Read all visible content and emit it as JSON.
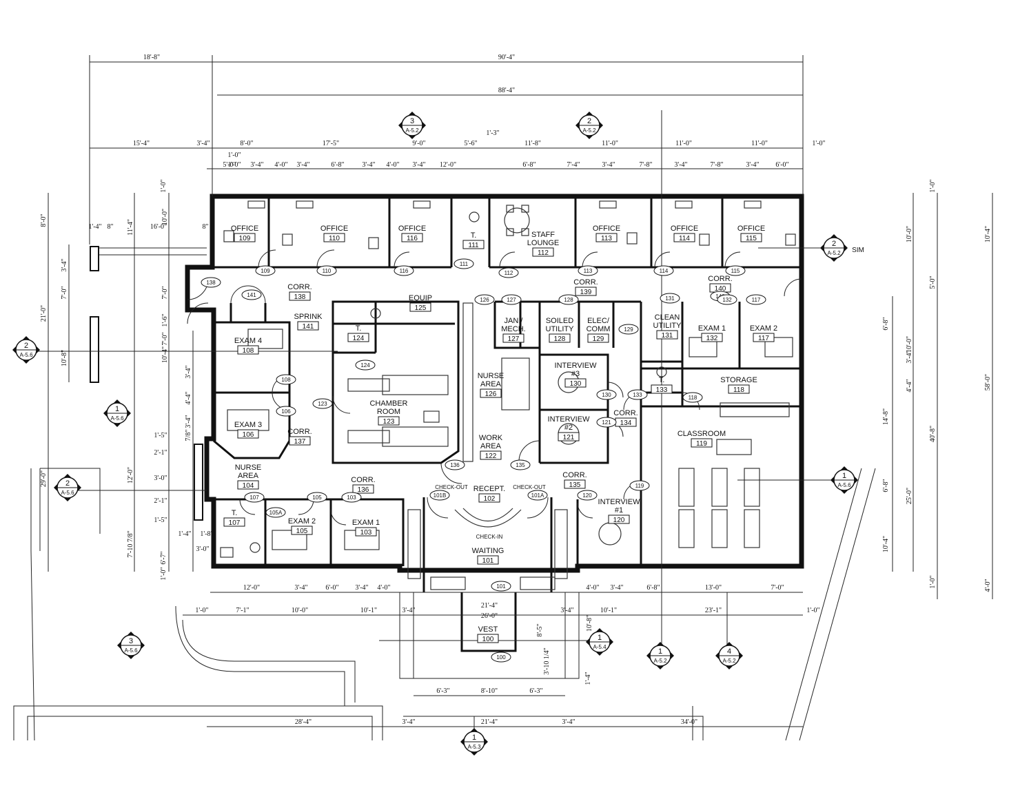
{
  "rooms": [
    {
      "name": "OFFICE",
      "number": "109"
    },
    {
      "name": "OFFICE",
      "number": "110"
    },
    {
      "name": "OFFICE",
      "number": "116"
    },
    {
      "name": "T.",
      "number": "111"
    },
    {
      "name": "STAFF LOUNGE",
      "number": "112"
    },
    {
      "name": "OFFICE",
      "number": "113"
    },
    {
      "name": "OFFICE",
      "number": "114"
    },
    {
      "name": "OFFICE",
      "number": "115"
    },
    {
      "name": "CORR.",
      "number": "138"
    },
    {
      "name": "SPRINK",
      "number": "141"
    },
    {
      "name": "EQUIP",
      "number": "125"
    },
    {
      "name": "T.",
      "number": "124"
    },
    {
      "name": "JAN./ MECH.",
      "number": "127"
    },
    {
      "name": "SOILED UTILITY",
      "number": "128"
    },
    {
      "name": "ELEC/ COMM",
      "number": "129"
    },
    {
      "name": "CORR.",
      "number": "139"
    },
    {
      "name": "CORR.",
      "number": "140"
    },
    {
      "name": "CLEAN UTILITY",
      "number": "131"
    },
    {
      "name": "EXAM 1",
      "number": "132"
    },
    {
      "name": "EXAM 2",
      "number": "117"
    },
    {
      "name": "EXAM 4",
      "number": "108"
    },
    {
      "name": "EXAM 3",
      "number": "106"
    },
    {
      "name": "CHAMBER ROOM",
      "number": "123"
    },
    {
      "name": "NURSE AREA",
      "number": "126"
    },
    {
      "name": "INTERVIEW #3",
      "number": "130"
    },
    {
      "name": "INTERVIEW #2",
      "number": "121"
    },
    {
      "name": "T.",
      "number": "133"
    },
    {
      "name": "STORAGE",
      "number": "118"
    },
    {
      "name": "CORR.",
      "number": "134"
    },
    {
      "name": "CLASSROOM",
      "number": "119"
    },
    {
      "name": "CORR.",
      "number": "137"
    },
    {
      "name": "WORK AREA",
      "number": "122"
    },
    {
      "name": "NURSE AREA",
      "number": "104"
    },
    {
      "name": "CORR.",
      "number": "136"
    },
    {
      "name": "RECEPT.",
      "number": "102"
    },
    {
      "name": "CORR.",
      "number": "135"
    },
    {
      "name": "T.",
      "number": "107"
    },
    {
      "name": "EXAM 2",
      "number": "105"
    },
    {
      "name": "EXAM 1",
      "number": "103"
    },
    {
      "name": "INTERVIEW #1",
      "number": "120"
    },
    {
      "name": "WAITING",
      "number": "101"
    },
    {
      "name": "VEST",
      "number": "100"
    }
  ],
  "labels": {
    "check_out_left": "CHECK-OUT",
    "check_out_right": "CHECK-OUT",
    "check_in": "CHECK-IN",
    "sim": "SIM"
  },
  "doors": [
    "138",
    "109",
    "110",
    "116",
    "111",
    "112",
    "113",
    "114",
    "115",
    "140",
    "141",
    "126",
    "127",
    "128",
    "129",
    "131",
    "132",
    "117",
    "124",
    "108",
    "106",
    "123",
    "130",
    "133",
    "118",
    "121",
    "136",
    "135",
    "107",
    "105",
    "103",
    "105A",
    "101B",
    "101A",
    "120",
    "119",
    "101",
    "100"
  ],
  "section_marks": [
    {
      "num": "3",
      "sheet": "A-5.2"
    },
    {
      "num": "2",
      "sheet": "A-5.2"
    },
    {
      "num": "2",
      "sheet": "A-5.2"
    },
    {
      "num": "2",
      "sheet": "A-5.6"
    },
    {
      "num": "1",
      "sheet": "A-5.6"
    },
    {
      "num": "2",
      "sheet": "A-5.6"
    },
    {
      "num": "1",
      "sheet": "A-5.6"
    },
    {
      "num": "3",
      "sheet": "A-5.6"
    },
    {
      "num": "1",
      "sheet": "A-5.4"
    },
    {
      "num": "1",
      "sheet": "A-5.2"
    },
    {
      "num": "4",
      "sheet": "A-5.2"
    },
    {
      "num": "1",
      "sheet": "A-5.3"
    }
  ],
  "dimensions": {
    "top_row1": [
      "18'-8\"",
      "90'-4\""
    ],
    "top_row2": [
      "88'-4\""
    ],
    "top_row3": [
      "1'-3\""
    ],
    "top_row4": [
      "15'-4\"",
      "3'-4\"",
      "8'-0\"",
      "17'-5\"",
      "9'-0\"",
      "5'-6\"",
      "11'-8\"",
      "11'-0\"",
      "11'-0\"",
      "11'-0\"",
      "1'-0\""
    ],
    "top_row5": [
      "1'-0\"",
      "5'-0\"",
      "3'-4\"",
      "4'-0\"",
      "3'-4\"",
      "6'-8\"",
      "3'-4\"",
      "4'-0\"",
      "3'-4\"",
      "12'-0\"",
      "6'-8\"",
      "7'-4\"",
      "3'-4\"",
      "7'-8\"",
      "3'-4\"",
      "7'-8\"",
      "3'-4\"",
      "6'-0\""
    ],
    "left": [
      "8'-0\"",
      "1'-0\"",
      "11'-4\"",
      "10'-0\"",
      "1'-4\"",
      "16'-0\"",
      "8\"",
      "8\"",
      "3'-4\"",
      "7'-0\"",
      "7'-0\"",
      "21'-0\"",
      "1'-6\"",
      "7'-0\"",
      "10'-8\"",
      "10'-4\"",
      "3'-4\"",
      "4'-4\"",
      "3'-4\"",
      "7/8\"",
      "1'-5\"",
      "2'-1\"",
      "12'-0\"",
      "3'-0\"",
      "2'-1\"",
      "1'-5\"",
      "29'-0\"",
      "1'-4\"",
      "1'-8\"",
      "7'-10 7/8\"",
      "3'-0\"",
      "6'-7\"",
      "1'-0\""
    ],
    "right": [
      "1'-0\"",
      "10'-0\"",
      "10'-4\"",
      "5'-0\"",
      "6'-8\"",
      "10'-0\"",
      "3'-4\"",
      "4'-4\"",
      "58'-0\"",
      "14'-8\"",
      "40'-8\"",
      "6'-8\"",
      "25'-0\"",
      "10'-4\"",
      "1'-0\"",
      "4'-0\""
    ],
    "bottom_row1": [
      "12'-0\"",
      "3'-4\"",
      "6'-0\"",
      "3'-4\"",
      "4'-0\"",
      "4'-0\"",
      "3'-4\"",
      "6'-8\"",
      "13'-0\"",
      "7'-0\""
    ],
    "bottom_row2": [
      "1'-0\"",
      "7'-1\"",
      "10'-0\"",
      "10'-1\"",
      "3'-4\"",
      "21'-4\"",
      "26'-0\"",
      "3'-4\"",
      "10'-1\"",
      "23'-1\"",
      "1'-0\""
    ],
    "bottom_vest": [
      "8'-5\"",
      "10'-8\"",
      "3'-10 1/4\"",
      "1'-4\""
    ],
    "bottom_row3": [
      "6'-3\"",
      "8'-10\"",
      "6'-3\""
    ],
    "bottom_row4": [
      "28'-4\"",
      "3'-4\"",
      "21'-4\"",
      "3'-4\"",
      "34'-0\""
    ]
  }
}
